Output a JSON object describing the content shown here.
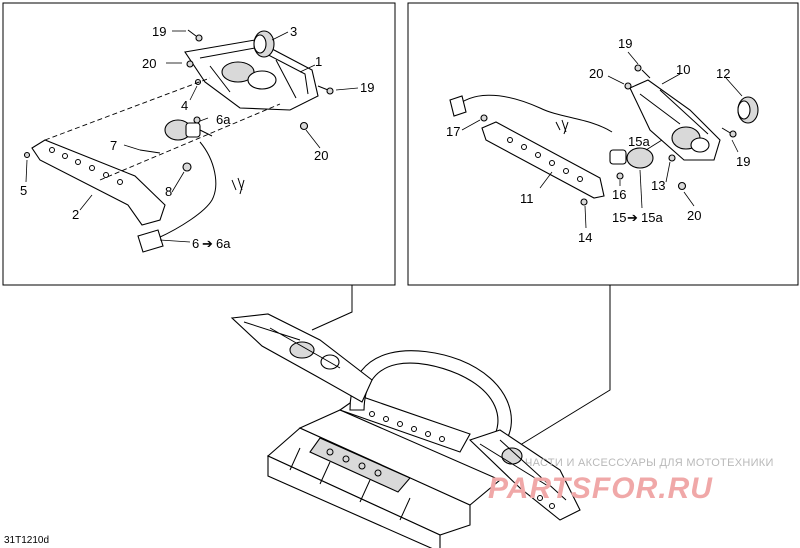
{
  "diagram": {
    "drawing_code": "31T1210d",
    "left_panel_callouts": [
      "19",
      "3",
      "20",
      "1",
      "19",
      "4",
      "6a",
      "7",
      "20",
      "5",
      "8",
      "2",
      "6",
      "6a"
    ],
    "right_panel_callouts": [
      "19",
      "20",
      "10",
      "12",
      "17",
      "15a",
      "19",
      "11",
      "16",
      "13",
      "15",
      "15a",
      "20",
      "14"
    ],
    "arrow_symbol": "➔",
    "watermark_top": "ЧАСТИ И АКСЕССУАРЫ ДЛЯ МОТОТЕХНИКИ",
    "watermark_brand": "PARTSFOR.RU"
  }
}
